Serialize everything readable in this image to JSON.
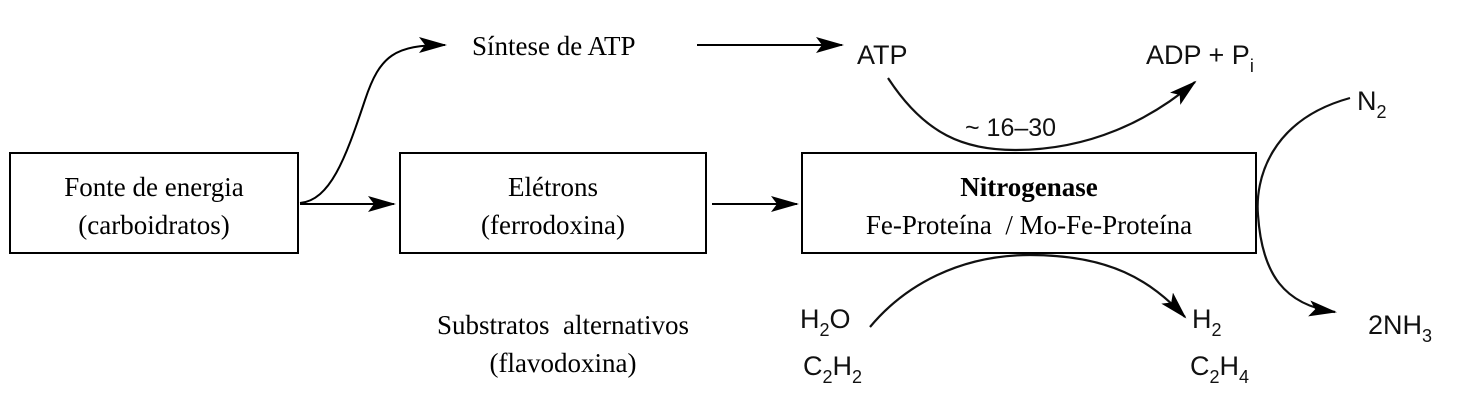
{
  "boxes": {
    "energy": {
      "line1": "Fonte de energia",
      "line2": "(carboidratos)"
    },
    "electrons": {
      "line1": "Elétrons",
      "line2": "(ferrodoxina)"
    },
    "nitrogenase": {
      "title": "Nitrogenase",
      "line2": "Fe-Proteína  / Mo-Fe-Proteína"
    }
  },
  "labels": {
    "atp_synthesis": "Síntese de ATP",
    "atp": "ATP",
    "adp": "ADP + P",
    "adp_sub": "i",
    "atp_count": "~ 16–30",
    "alt_substrates_1": "Substratos  alternativos",
    "alt_substrates_2": "(flavodoxina)",
    "n2": "N",
    "n2_sub": "2",
    "nh3_prefix": "2NH",
    "nh3_sub": "3",
    "h2o_h": "H",
    "h2o_sub": "2",
    "h2o_o": "O",
    "c2h2_c": "C",
    "c2h2_sub1": "2",
    "c2h2_h": "H",
    "c2h2_sub2": "2",
    "h2_h": "H",
    "h2_sub": "2",
    "c2h4_c": "C",
    "c2h4_sub1": "2",
    "c2h4_h": "H",
    "c2h4_sub2": "4"
  }
}
